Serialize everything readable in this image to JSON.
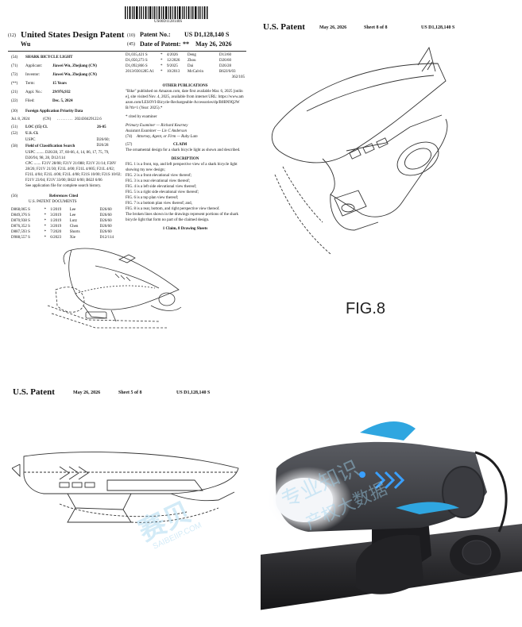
{
  "left_page": {
    "barcode_number": "US00D1128140S",
    "code_12": "(12)",
    "doc_title": "United States Design Patent",
    "code_10": "(10)",
    "patent_no_label": "Patent No.:",
    "patent_no": "US D1,128,140 S",
    "code_45": "(45)",
    "date_label": "Date of Patent:",
    "date_marker": "**",
    "date": "May 26, 2026",
    "inventor_short": "Wu",
    "fields": [
      {
        "code": "(54)",
        "label": "SHARK BICYCLE LIGHT",
        "value": ""
      },
      {
        "code": "(71)",
        "label": "Applicant:",
        "value": "Jiawei Wu, Zhejiang (CN)"
      },
      {
        "code": "(72)",
        "label": "Inventor:",
        "value": "Jiawei Wu, Zhejiang (CN)"
      },
      {
        "code": "(**)",
        "label": "Term:",
        "value": "15 Years"
      },
      {
        "code": "(21)",
        "label": "Appl. No.:",
        "value": "29/976,932"
      },
      {
        "code": "(22)",
        "label": "Filed:",
        "value": "Dec. 5, 2024"
      }
    ],
    "foreign_code": "(30)",
    "foreign_title": "Foreign Application Priority Data",
    "foreign_row": {
      "date": "Jul. 8, 2024",
      "country": "(CN)",
      "number": "202430429122.6"
    },
    "locarno_code": "(51)",
    "locarno_label": "LOC (15) Cl.",
    "locarno_value": "26-05",
    "uscl_code": "(52)",
    "uscl_label": "U.S. Cl.",
    "uspc_label": "USPC",
    "uspc_value": "D26/60; D26/28",
    "search_code": "(58)",
    "search_title": "Field of Classification Search",
    "search_uspc": "USPC ........ D26/28, 37, 60-66, 4, 14, 86, 17, 75, 79, D26/94, 98, 28, D12/114",
    "search_cpc": "CPC ....... F21V 28/08; F21V 21/088; F21V 21/14; F28V 28/26; F21V 21/30; F21L 4/00; F21L 4/005; F21L 4/02; F21L 4/04; F21L 4/06; F21L 4/08; F21S 10/00; F21S 10/02; F21V 23/04; F21V 33/00; B62J 6/00; B62J 6/06",
    "search_note": "See application file for complete search history.",
    "refs_code": "(56)",
    "refs_title": "References Cited",
    "refs_subtitle": "U.S. PATENT DOCUMENTS",
    "refs_left": [
      {
        "no": "D868,065 S",
        "mark": "*",
        "date": "1/2019",
        "name": "Lee",
        "cls": "D26/60"
      },
      {
        "no": "D849,376 S",
        "mark": "*",
        "date": "3/2019",
        "name": "Lee",
        "cls": "D26/60"
      },
      {
        "no": "D870,938 S",
        "mark": "*",
        "date": "1/2019",
        "name": "Lutz",
        "cls": "D26/60"
      },
      {
        "no": "D876,352 S",
        "mark": "*",
        "date": "3/2019",
        "name": "Chen",
        "cls": "D26/60"
      },
      {
        "no": "D887,593 S",
        "mark": "*",
        "date": "7/2020",
        "name": "Shorts",
        "cls": "D26/60"
      },
      {
        "no": "D988,557 S",
        "mark": "*",
        "date": "6/2023",
        "name": "Xie",
        "cls": "D12/114"
      }
    ],
    "refs_right": [
      {
        "no": "D1,035,421 S",
        "mark": "*",
        "date": "4/2026",
        "name": "Deng",
        "cls": "D13/60"
      },
      {
        "no": "D1,050,273 S",
        "mark": "*",
        "date": "12/2026",
        "name": "Zhou",
        "cls": "D26/60"
      },
      {
        "no": "D1,092,866 S",
        "mark": "*",
        "date": "9/2025",
        "name": "Dai",
        "cls": "D26/28"
      },
      {
        "no": "2013/0301285 A1",
        "mark": "*",
        "date": "10/2013",
        "name": "McCalvin",
        "cls": "B62J/6/03"
      }
    ],
    "refs_right_tail": "362/105",
    "other_pubs_title": "OTHER PUBLICATIONS",
    "other_pubs_text": "\"Bike\" published on Amazon.com, date first available Mar. 6, 2025 [online], site visited Nov. 4, 2025, available from internet URL: https://www.amazon.com/LESOVI-Bicycle-Rechargeable-Accessories/dp/B0BN9Q2WB/?th=1 (Year: 2025).*",
    "cited_by": "* cited by examiner",
    "examiner_primary": "Primary Examiner — Richard Kearney",
    "examiner_assistant": "Assistant Examiner — Liv C Anderson",
    "attorney_code": "(74)",
    "attorney": "Attorney, Agent, or Firm — Ruby Lam",
    "claim_code": "(57)",
    "claim_title": "CLAIM",
    "claim_text": "The ornamental design for a shark bicycle light as shown and described.",
    "desc_title": "DESCRIPTION",
    "desc_lines": [
      "FIG. 1 is a front, top, and left perspective view of a shark bicycle light showing my new design;",
      "FIG. 2 is a front elevational view thereof;",
      "FIG. 3 is a rear elevational view thereof;",
      "FIG. 4 is a left side elevational view thereof;",
      "FIG. 5 is a right side elevational view thereof;",
      "FIG. 6 is a top plan view thereof;",
      "FIG. 7 is a bottom plan view thereof; and,",
      "FIG. 8 is a rear, bottom, and right perspective view thereof.",
      "The broken lines shown in the drawings represent portions of the shark bicycle light that form no part of the claimed design."
    ],
    "claims_sheets": "1 Claim, 8 Drawing Sheets"
  },
  "sheet8": {
    "header_left": "U.S. Patent",
    "header_date": "May 26, 2026",
    "header_sheet": "Sheet 8 of 8",
    "header_patent": "US D1,128,140 S",
    "fig_label": "FIG.8"
  },
  "sheet5": {
    "header_left": "U.S. Patent",
    "header_date": "May 26, 2026",
    "header_sheet": "Sheet 5 of 8",
    "header_patent": "US D1,128,140 S"
  },
  "watermarks": {
    "brand_cn": "赛贝",
    "brand_en": "SAIBEIIP.COM",
    "tag_cn_1": "专业知识",
    "tag_cn_2": "产权大数据"
  },
  "colors": {
    "accent_blue": "#2fa6e0",
    "device_body": "#45474c",
    "device_dark": "#2a2b2f",
    "watermark": "#9fd3ee"
  },
  "icons": [
    "barcode-icon",
    "shark-light-line-drawing",
    "shark-light-photo"
  ]
}
